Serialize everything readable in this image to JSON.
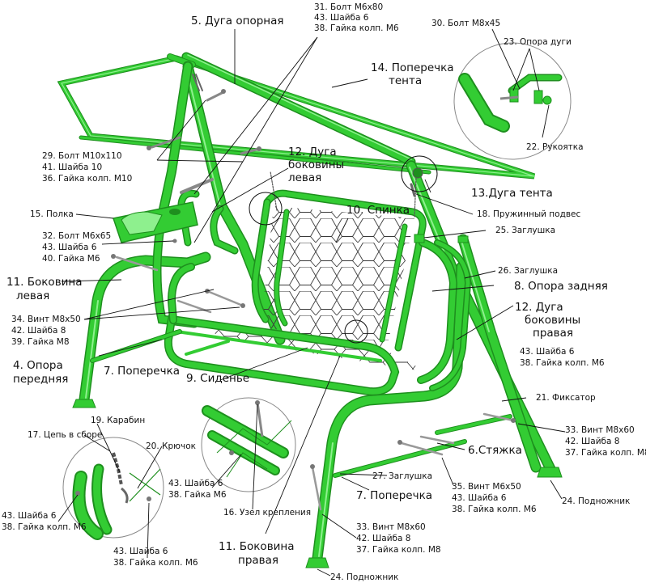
{
  "colors": {
    "frame": "#33cc33",
    "frame_dark": "#1e8f1e",
    "frame_light": "#8ef08e",
    "net": "#3a3a3a",
    "leader": "#111111"
  },
  "labels": {
    "dugaOpornaya": "5. Дуга опорная",
    "bolt6x80": "31. Болт М6х80",
    "shayba6_top": "43. Шайба 6",
    "gayka6_top": "38. Гайка колп. М6",
    "bolt8x45": "30. Болт М8х45",
    "oporaDugi": "23. Опора дуги",
    "poperechkaTenta_1": "14. Поперечка",
    "poperechkaTenta_2": "тента",
    "rukoyatka": "22. Рукоятка",
    "bolt10x110": "29. Болт М10х110",
    "shayba10": "41. Шайба 10",
    "gayka10": "36. Гайка колп. М10",
    "dugaBokoviny_l1": "12. Дуга",
    "dugaBokoviny_l2": "боковины",
    "dugaBokoviny_l3": "левая",
    "dugaTenta": "13.Дуга тента",
    "polka": "15. Полка",
    "spinka": "10. Спинка",
    "pruzhinny": "18. Пружинный подвес",
    "bolt6x65": "32. Болт М6х65",
    "shayba6_a": "43. Шайба 6",
    "gayka6_a": "40. Гайка М6",
    "zaglushka25": "25. Заглушка",
    "zaglushka26": "26. Заглушка",
    "bokovinaL_1": "11. Боковина",
    "bokovinaL_2": "левая",
    "oporaZadnyaya": "8. Опора задняя",
    "vint8x50": "34. Винт М8х50",
    "shayba8_a": "42. Шайба 8",
    "gayka8_a": "39. Гайка М8",
    "dugaBokovinyR_1": "12. Дуга",
    "dugaBokovinyR_2": "боковины",
    "dugaBokovinyR_3": "правая",
    "oporaPerednyaya_1": "4. Опора",
    "oporaPerednyaya_2": "передняя",
    "poperechka7_top": "7. Поперечка",
    "sidenie": "9. Сиденье",
    "shayba6_b": "43. Шайба 6",
    "gayka6_b": "38. Гайка колп. М6",
    "fiksator": "21. Фиксатор",
    "karabin": "19. Карабин",
    "cep": "17. Цепь в сборе",
    "kryuchok": "20. Крючок",
    "vint8x60_r": "33. Винт М8х60",
    "shayba8_r": "42. Шайба 8",
    "gayka8_r": "37. Гайка колп. М8",
    "styazhka": "6.Стяжка",
    "zaglushka27": "27. Заглушка",
    "shayba6_c": "43. Шайба 6",
    "gayka6_c": "38. Гайка М6",
    "vint6x50": "35. Винт М6х50",
    "shayba6_d": "43. Шайба 6",
    "gayka6_d": "38. Гайка колп. М6",
    "poperechka7_bot": "7. Поперечка",
    "podnozhnik_r": "24. Подножник",
    "uzel": "16. Узел крепления",
    "shayba6_e": "43. Шайба 6",
    "gayka6_e": "38. Гайка колп. М6",
    "vint8x60_b": "33. Винт М8х60",
    "shayba8_b": "42. Шайба 8",
    "gayka8_b": "37. Гайка колп. М8",
    "bokovinaR_1": "11. Боковина",
    "bokovinaR_2": "правая",
    "shayba6_f": "43. Шайба 6",
    "gayka6_f": "38. Гайка колп. М6",
    "podnozhnik_b": "24. Подножник"
  }
}
